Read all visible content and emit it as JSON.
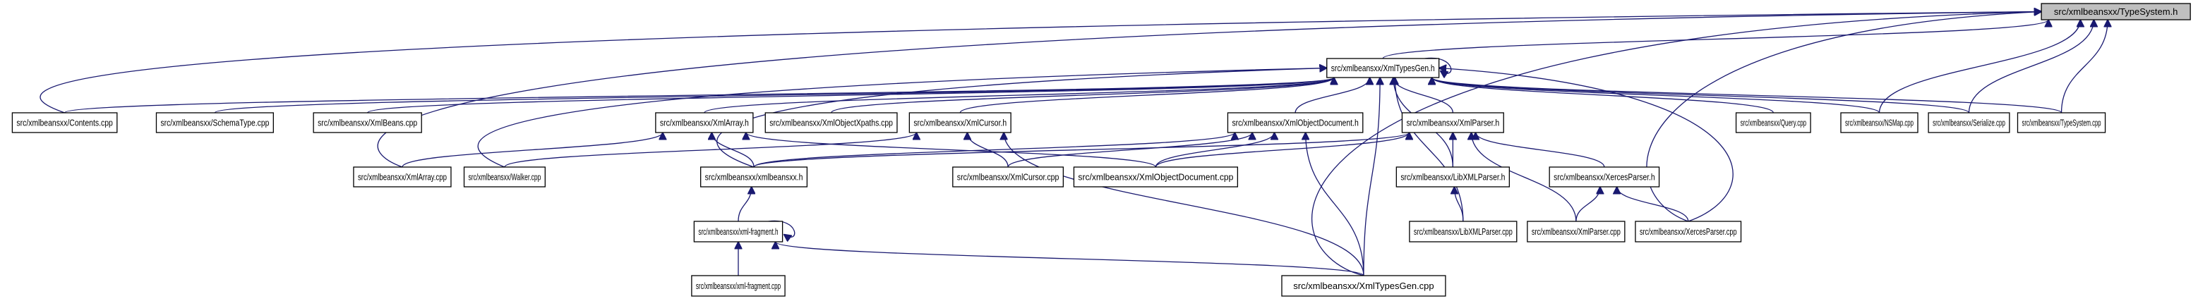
{
  "graph": {
    "type": "include-dependency-graph",
    "root": "typesystem_h",
    "edge_color": "#191970",
    "root_fill": "#bfbfbf",
    "node_fill": "#ffffff",
    "nodes": [
      {
        "id": "typesystem_h",
        "label": "src/xmlbeansxx/TypeSystem.h",
        "root": true
      },
      {
        "id": "xmltypesgen_h",
        "label": "src/xmlbeansxx/XmlTypesGen.h"
      },
      {
        "id": "contents_cpp",
        "label": "src/xmlbeansxx/Contents.cpp"
      },
      {
        "id": "schematype_cpp",
        "label": "src/xmlbeansxx/SchemaType.cpp"
      },
      {
        "id": "xmlbeans_cpp",
        "label": "src/xmlbeansxx/XmlBeans.cpp"
      },
      {
        "id": "xmlarray_h",
        "label": "src/xmlbeansxx/XmlArray.h"
      },
      {
        "id": "xmlobjectxpaths_cpp",
        "label": "src/xmlbeansxx/XmlObjectXpaths.cpp"
      },
      {
        "id": "xmlcursor_h",
        "label": "src/xmlbeansxx/XmlCursor.h"
      },
      {
        "id": "xmlobjectdocument_h",
        "label": "src/xmlbeansxx/XmlObjectDocument.h"
      },
      {
        "id": "xmlparser_h",
        "label": "src/xmlbeansxx/XmlParser.h"
      },
      {
        "id": "query_cpp",
        "label": "src/xmlbeansxx/Query.cpp"
      },
      {
        "id": "nsmap_cpp",
        "label": "src/xmlbeansxx/NSMap.cpp"
      },
      {
        "id": "serialize_cpp",
        "label": "src/xmlbeansxx/Serialize.cpp"
      },
      {
        "id": "typesystem_cpp",
        "label": "src/xmlbeansxx/TypeSystem.cpp"
      },
      {
        "id": "xmlarray_cpp",
        "label": "src/xmlbeansxx/XmlArray.cpp"
      },
      {
        "id": "walker_cpp",
        "label": "src/xmlbeansxx/Walker.cpp"
      },
      {
        "id": "xmlbeansxx_h",
        "label": "src/xmlbeansxx/xmlbeansxx.h"
      },
      {
        "id": "xmlcursor_cpp",
        "label": "src/xmlbeansxx/XmlCursor.cpp"
      },
      {
        "id": "xmlobjectdocument_cpp",
        "label": "src/xmlbeansxx/XmlObjectDocument.cpp"
      },
      {
        "id": "libxmlparser_h",
        "label": "src/xmlbeansxx/LibXMLParser.h"
      },
      {
        "id": "xercesparser_h",
        "label": "src/xmlbeansxx/XercesParser.h"
      },
      {
        "id": "xmlfragment_h",
        "label": "src/xmlbeansxx/xml-fragment.h"
      },
      {
        "id": "libxmlparser_cpp",
        "label": "src/xmlbeansxx/LibXMLParser.cpp"
      },
      {
        "id": "xmlparser_cpp",
        "label": "src/xmlbeansxx/XmlParser.cpp"
      },
      {
        "id": "xercesparser_cpp",
        "label": "src/xmlbeansxx/XercesParser.cpp"
      },
      {
        "id": "xmlfragment_cpp",
        "label": "src/xmlbeansxx/xml-fragment.cpp"
      },
      {
        "id": "xmltypesgen_cpp",
        "label": "src/xmlbeansxx/XmlTypesGen.cpp"
      }
    ],
    "edges": [
      {
        "from": "xmltypesgen_h",
        "to": "typesystem_h"
      },
      {
        "from": "contents_cpp",
        "to": "typesystem_h"
      },
      {
        "from": "xmlarray_cpp",
        "to": "typesystem_h"
      },
      {
        "from": "nsmap_cpp",
        "to": "typesystem_h"
      },
      {
        "from": "serialize_cpp",
        "to": "typesystem_h"
      },
      {
        "from": "typesystem_cpp",
        "to": "typesystem_h"
      },
      {
        "from": "xercesparser_cpp",
        "to": "typesystem_h"
      },
      {
        "from": "xmltypesgen_cpp",
        "to": "typesystem_h"
      },
      {
        "from": "xmltypesgen_h",
        "to": "xmltypesgen_h"
      },
      {
        "from": "contents_cpp",
        "to": "xmltypesgen_h"
      },
      {
        "from": "schematype_cpp",
        "to": "xmltypesgen_h"
      },
      {
        "from": "xmlbeans_cpp",
        "to": "xmltypesgen_h"
      },
      {
        "from": "xmlarray_h",
        "to": "xmltypesgen_h"
      },
      {
        "from": "xmlobjectxpaths_cpp",
        "to": "xmltypesgen_h"
      },
      {
        "from": "xmlcursor_h",
        "to": "xmltypesgen_h"
      },
      {
        "from": "xmlobjectdocument_h",
        "to": "xmltypesgen_h"
      },
      {
        "from": "xmlparser_h",
        "to": "xmltypesgen_h"
      },
      {
        "from": "query_cpp",
        "to": "xmltypesgen_h"
      },
      {
        "from": "nsmap_cpp",
        "to": "xmltypesgen_h"
      },
      {
        "from": "serialize_cpp",
        "to": "xmltypesgen_h"
      },
      {
        "from": "typesystem_cpp",
        "to": "xmltypesgen_h"
      },
      {
        "from": "walker_cpp",
        "to": "xmltypesgen_h"
      },
      {
        "from": "xmlbeansxx_h",
        "to": "xmltypesgen_h"
      },
      {
        "from": "libxmlparser_h",
        "to": "xmltypesgen_h"
      },
      {
        "from": "libxmlparser_cpp",
        "to": "xmltypesgen_h"
      },
      {
        "from": "xercesparser_cpp",
        "to": "xmltypesgen_h"
      },
      {
        "from": "xmltypesgen_cpp",
        "to": "xmltypesgen_h"
      },
      {
        "from": "xmlarray_cpp",
        "to": "xmlarray_h"
      },
      {
        "from": "xmlbeansxx_h",
        "to": "xmlarray_h"
      },
      {
        "from": "xmlobjectdocument_cpp",
        "to": "xmlarray_h"
      },
      {
        "from": "walker_cpp",
        "to": "xmlcursor_h"
      },
      {
        "from": "xmlcursor_cpp",
        "to": "xmlcursor_h"
      },
      {
        "from": "xmltypesgen_cpp",
        "to": "xmlcursor_h"
      },
      {
        "from": "xmlbeansxx_h",
        "to": "xmlobjectdocument_h"
      },
      {
        "from": "xmlcursor_cpp",
        "to": "xmlobjectdocument_h"
      },
      {
        "from": "xmlobjectdocument_cpp",
        "to": "xmlobjectdocument_h"
      },
      {
        "from": "xmltypesgen_cpp",
        "to": "xmlobjectdocument_h"
      },
      {
        "from": "xmlbeansxx_h",
        "to": "xmlparser_h"
      },
      {
        "from": "xmlobjectdocument_cpp",
        "to": "xmlparser_h"
      },
      {
        "from": "libxmlparser_h",
        "to": "xmlparser_h"
      },
      {
        "from": "xercesparser_h",
        "to": "xmlparser_h"
      },
      {
        "from": "xmlparser_cpp",
        "to": "xmlparser_h"
      },
      {
        "from": "libxmlparser_cpp",
        "to": "libxmlparser_h"
      },
      {
        "from": "xmlparser_cpp",
        "to": "xercesparser_h"
      },
      {
        "from": "xercesparser_cpp",
        "to": "xercesparser_h"
      },
      {
        "from": "xmlfragment_h",
        "to": "xmlbeansxx_h"
      },
      {
        "from": "xmlfragment_h",
        "to": "xmlfragment_h"
      },
      {
        "from": "xmlfragment_cpp",
        "to": "xmlfragment_h"
      },
      {
        "from": "xmltypesgen_cpp",
        "to": "xmlfragment_h"
      }
    ]
  }
}
